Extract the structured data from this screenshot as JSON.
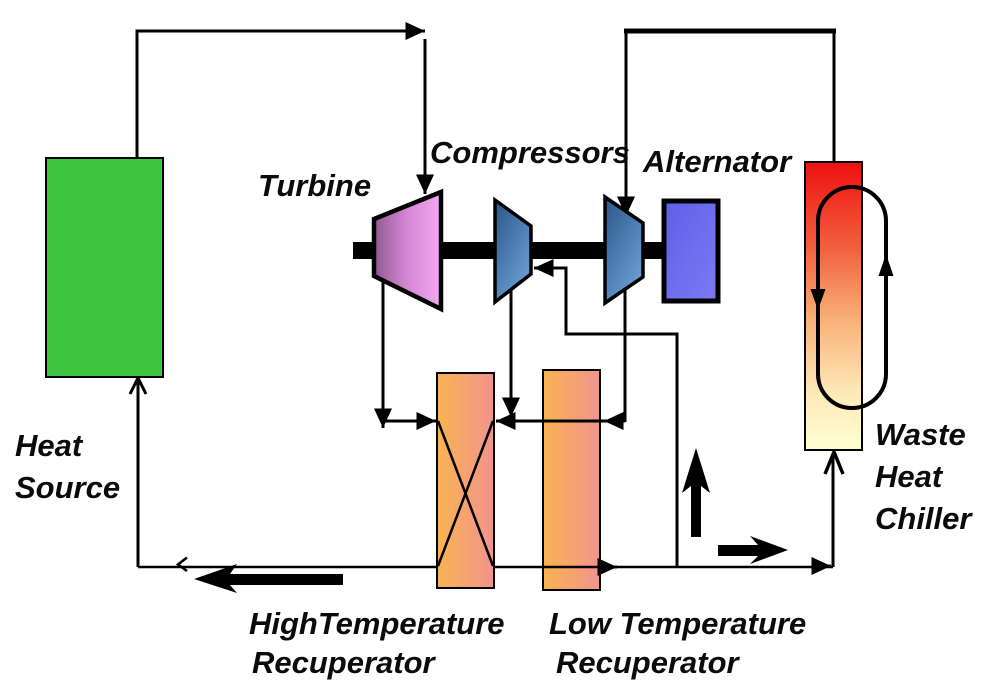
{
  "labels": {
    "turbine": "Turbine",
    "compressors": "Compressors",
    "alternator": "Alternator",
    "heat_source": [
      "Heat",
      "Source"
    ],
    "waste_heat_chiller": [
      "Waste",
      "Heat",
      "Chiller"
    ],
    "high_temp_recuperator": [
      "HighTemperature",
      "Recuperator"
    ],
    "low_temp_recuperator": [
      "Low Temperature",
      "Recuperator"
    ]
  },
  "colors": {
    "line": "#000000",
    "text": "#0b0b0b",
    "heat_source_fill": "#3ec43e",
    "turbine_left": "#8f5a8f",
    "turbine_mid": "#d183d1",
    "turbine_right": "#f4a9f4",
    "compressor_dark": "#2d5787",
    "compressor_mid": "#4a7ab0",
    "compressor_light": "#6fa0d4",
    "alternator_a": "#5f5fe8",
    "alternator_b": "#7b7bf4",
    "recuperator_left": "#f8b450",
    "recuperator_right": "#f2938f",
    "chiller_top": "#ee1111",
    "chiller_mid1": "#f2603f",
    "chiller_mid2": "#f9b178",
    "chiller_mid3": "#fde9b8",
    "chiller_bottom": "#ffffd2"
  }
}
